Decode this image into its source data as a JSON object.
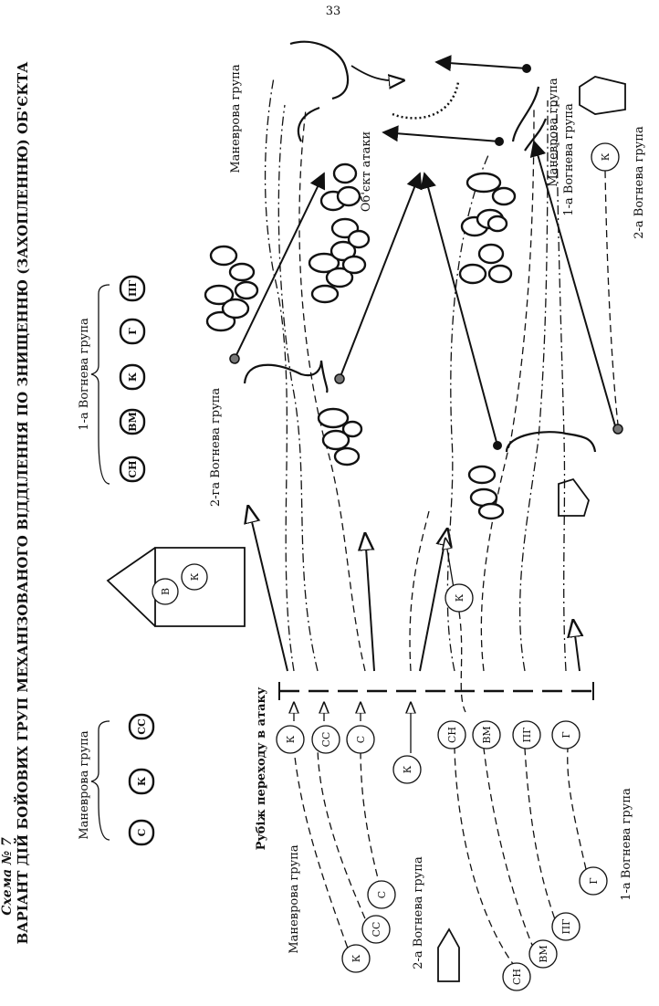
{
  "page_number": "33",
  "scheme_label": "Схема № 7",
  "title": "ВАРІАНТ ДІЙ БОЙОВИХ ГРУП МЕХАНІЗОВАНОГО ВІДДІЛЕННЯ ПО ЗНИЩЕННЮ (ЗАХОПЛЕННЮ) ОБ'ЄКТА",
  "legend": {
    "maneuver_label": "Маневрова група",
    "maneuver_chips": [
      "С",
      "К",
      "СС"
    ],
    "fire1_label": "1-а Вогнева група",
    "fire1_chips": [
      "СН",
      "ВМ",
      "К",
      "Г",
      "ПГ"
    ],
    "fire2_label": "2-га Вогнева група",
    "fire2_chips": [
      "В",
      "К"
    ]
  },
  "labels": {
    "maneuver_top": "Маневрова група",
    "object": "Об'єкт атаки",
    "maneuver_right": "Маневрова група",
    "fire1_right": "1-а Вогнева група",
    "fire2_right": "2-а Вогнева група",
    "line": "Рубіж переходу в атаку",
    "fire2_mid": "2-га Вогнева група",
    "maneuver_bottom": "Маневрова група",
    "fire2_bottom": "2-а Вогнева група",
    "fire1_bottom": "1-а Вогнева група"
  },
  "circles": {
    "start_m": [
      "К",
      "СС",
      "С"
    ],
    "line_m": [
      "К",
      "СС",
      "С"
    ],
    "k_line": "К",
    "line_f": [
      "СН",
      "ВМ",
      "ПГ",
      "Г"
    ],
    "start_f": [
      "СН",
      "ВМ",
      "ПГ",
      "Г"
    ],
    "k_mid": "К",
    "k_right": "К"
  }
}
